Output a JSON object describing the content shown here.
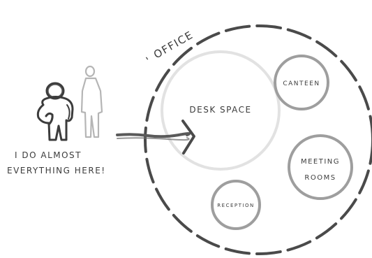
{
  "office": {
    "label": "OFFICE",
    "desk_space": "DESK SPACE",
    "canteen": "CANTEEN",
    "meeting_rooms": [
      "MEETING",
      "ROOMS"
    ],
    "reception": "RECEPTION"
  },
  "caption": [
    "I DO ALMOST",
    "EVERYTHING HERE!"
  ],
  "colors": {
    "ink": "#3c3c3c",
    "office_dash": "#4a4a4a",
    "room_circle": "#9e9e9e",
    "desk_circle": "#e2e2e2",
    "person_faint": "#b5b5b5"
  },
  "icons": [
    "person-icon",
    "standing-person-icon",
    "arrow-icon"
  ]
}
